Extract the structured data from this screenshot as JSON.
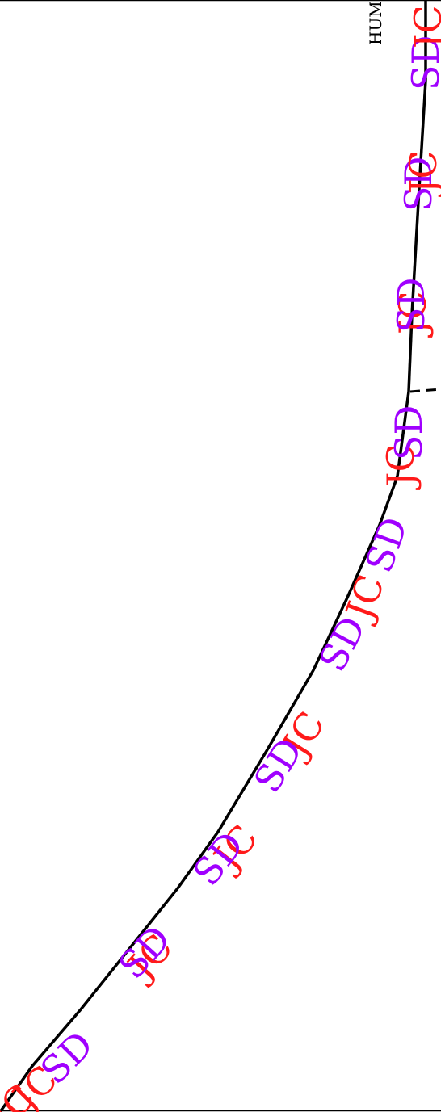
{
  "corner_label": "HUM",
  "colors": {
    "red": "#ff1a1a",
    "purple": "#a000ff",
    "line": "#000000"
  },
  "labels": [
    {
      "text": "SD",
      "color": "purple"
    },
    {
      "text": "JC",
      "color": "red"
    },
    {
      "text": "SD",
      "color": "purple"
    },
    {
      "text": "JC",
      "color": "red"
    },
    {
      "text": "JC",
      "color": "red"
    },
    {
      "text": "SD",
      "color": "purple"
    },
    {
      "text": "JC",
      "color": "red"
    },
    {
      "text": "SD",
      "color": "purple"
    },
    {
      "text": "SD",
      "color": "purple"
    },
    {
      "text": "JC",
      "color": "red"
    },
    {
      "text": "JC",
      "color": "red"
    },
    {
      "text": "SD",
      "color": "purple"
    },
    {
      "text": "SD",
      "color": "purple"
    },
    {
      "text": "JC",
      "color": "red"
    },
    {
      "text": "SD",
      "color": "purple"
    },
    {
      "text": "JC",
      "color": "red"
    },
    {
      "text": "SD",
      "color": "purple"
    },
    {
      "text": "JC",
      "color": "red"
    },
    {
      "text": "SD",
      "color": "purple"
    },
    {
      "text": "JC",
      "color": "red"
    }
  ]
}
